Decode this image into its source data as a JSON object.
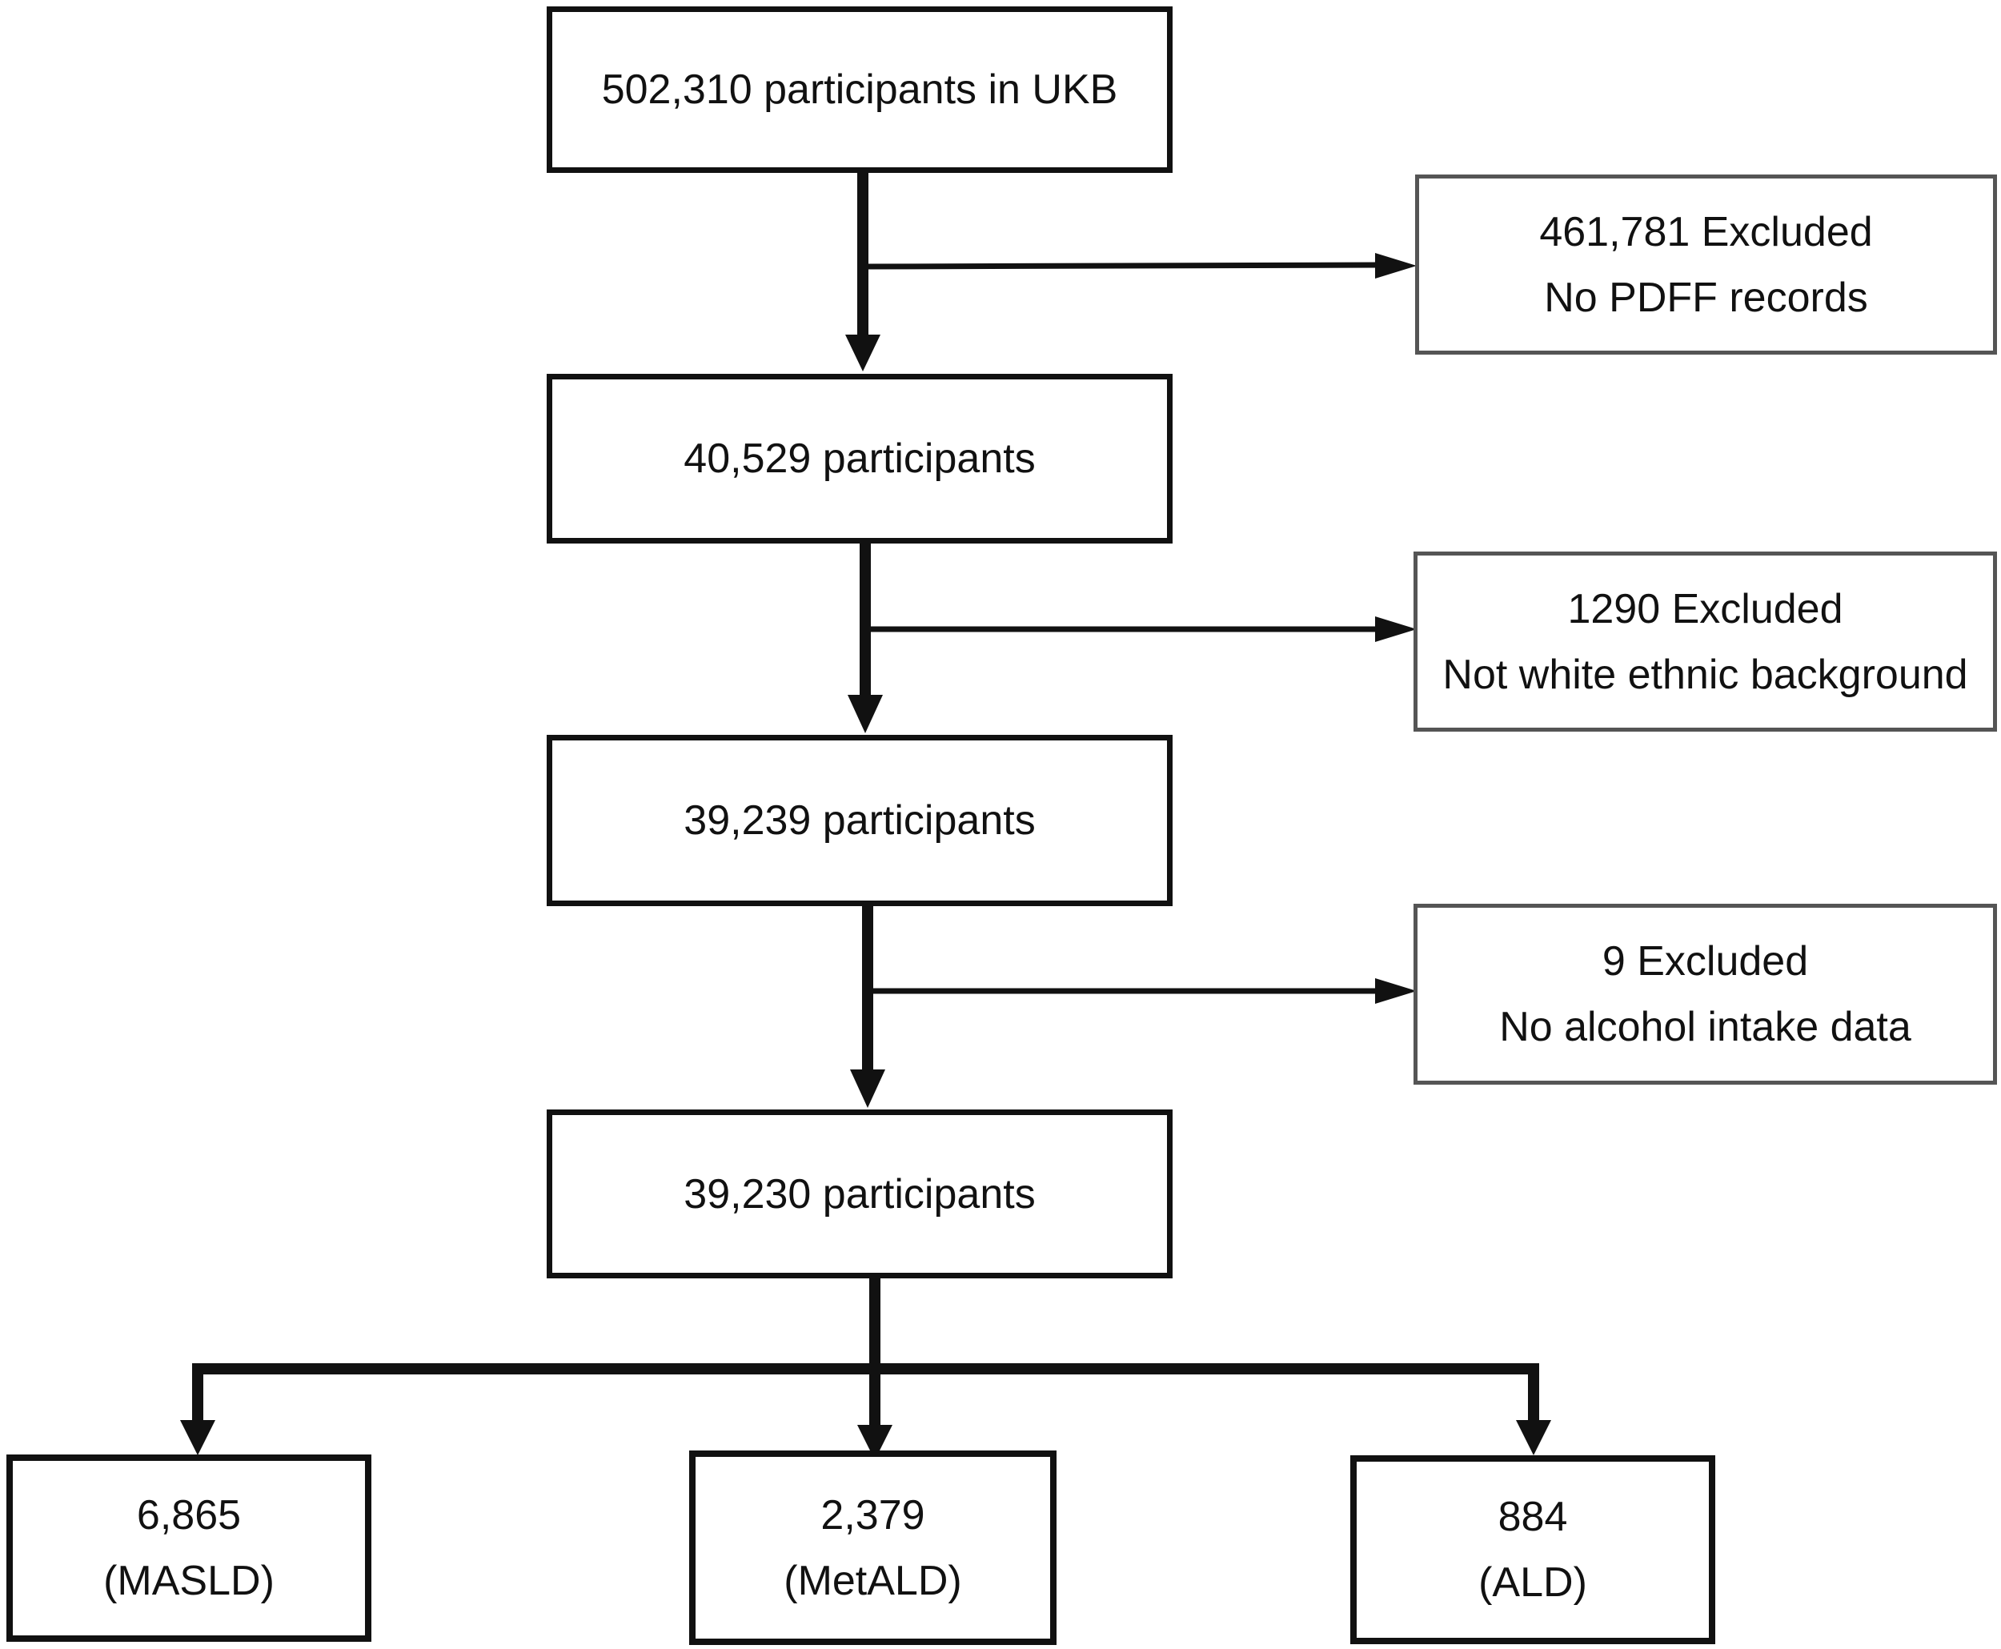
{
  "flowchart": {
    "stages": [
      {
        "id": "s1",
        "lines": [
          "502,310 participants in UKB"
        ]
      },
      {
        "id": "s2",
        "lines": [
          "40,529 participants"
        ]
      },
      {
        "id": "s3",
        "lines": [
          "39,239 participants"
        ]
      },
      {
        "id": "s4",
        "lines": [
          "39,230 participants"
        ]
      }
    ],
    "exclusions": [
      {
        "id": "e1",
        "lines": [
          "461,781 Excluded",
          "No PDFF records"
        ]
      },
      {
        "id": "e2",
        "lines": [
          "1290 Excluded",
          "Not white ethnic background"
        ]
      },
      {
        "id": "e3",
        "lines": [
          "9 Excluded",
          "No alcohol intake data"
        ]
      }
    ],
    "outcomes": [
      {
        "id": "o1",
        "lines": [
          "6,865",
          "(MASLD)"
        ]
      },
      {
        "id": "o2",
        "lines": [
          "2,379",
          "(MetALD)"
        ]
      },
      {
        "id": "o3",
        "lines": [
          "884",
          "(ALD)"
        ]
      }
    ],
    "colors": {
      "line": "#111111",
      "exclusion_border": "#555555",
      "background": "#ffffff"
    }
  }
}
